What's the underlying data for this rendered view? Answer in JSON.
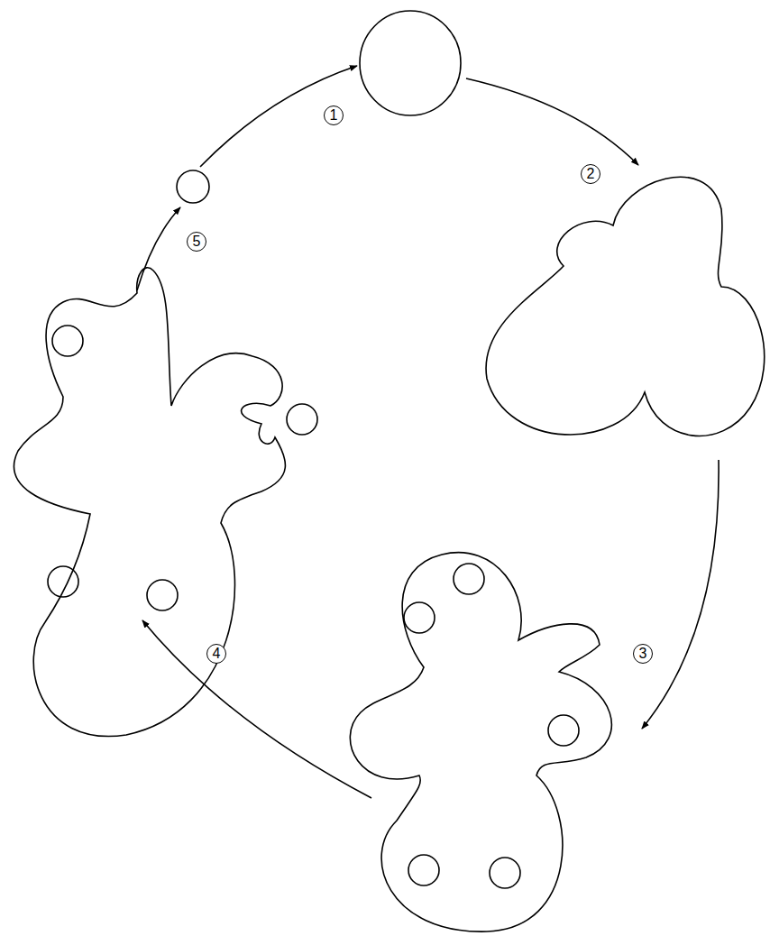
{
  "diagram": {
    "labels": [
      "1",
      "2",
      "3",
      "4",
      "5"
    ]
  }
}
